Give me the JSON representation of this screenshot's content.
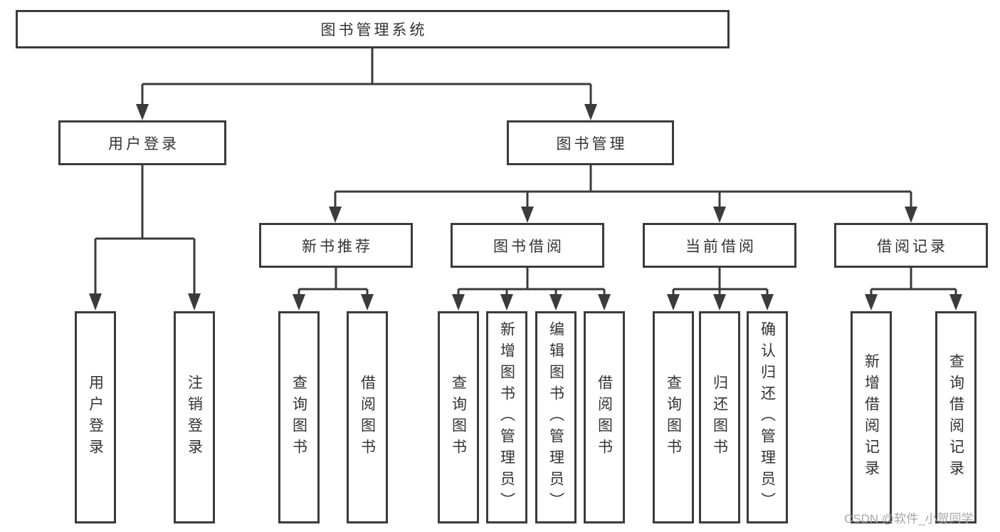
{
  "diagram": {
    "root": {
      "label": "图书管理系统"
    },
    "level1": [
      {
        "label": "用户登录"
      },
      {
        "label": "图书管理"
      }
    ],
    "level2": [
      {
        "label": "新书推荐"
      },
      {
        "label": "图书借阅"
      },
      {
        "label": "当前借阅"
      },
      {
        "label": "借阅记录"
      }
    ],
    "leaves": {
      "user_login": [
        "用户登录",
        "注销登录"
      ],
      "new_books": [
        "查询图书",
        "借阅图书"
      ],
      "book_borrow": [
        "查询图书",
        "新增图书（管理员）",
        "编辑图书（管理员）",
        "借阅图书"
      ],
      "current_borrow": [
        "查询图书",
        "归还图书",
        "确认归还（管理员）"
      ],
      "borrow_records": [
        "新增借阅记录",
        "查询借阅记录"
      ]
    },
    "watermark": "CSDN @软件_小贺同学",
    "colors": {
      "line": "#3b3b3b",
      "text": "#333333",
      "watermark": "#a6a6a6",
      "background": "#ffffff"
    }
  }
}
